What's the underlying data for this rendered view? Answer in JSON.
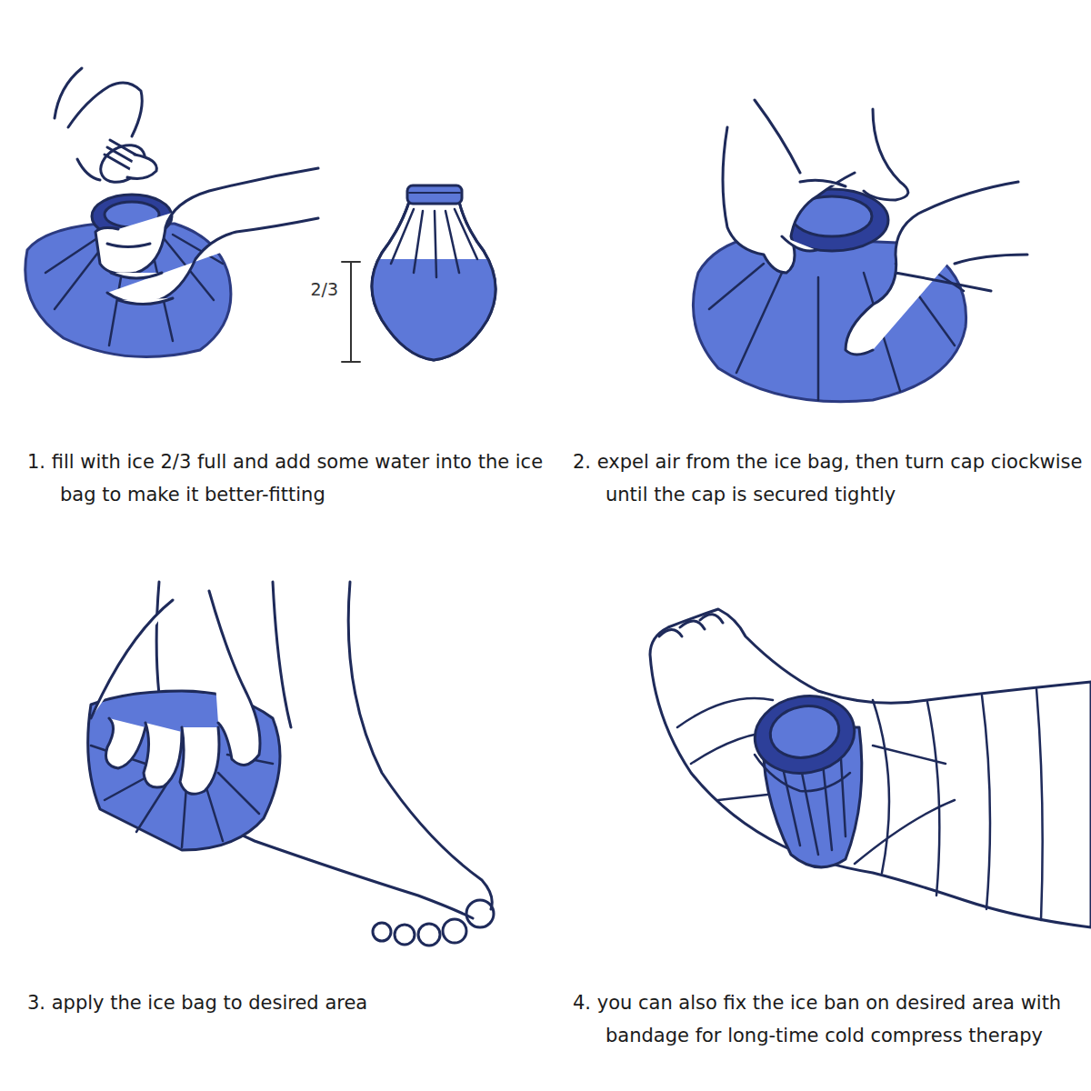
{
  "diagram": {
    "labels": [
      "2/3",
      "1. fill with ice 2/3 full and add some water into the ice bag to make it better-fitting",
      "2. expel air from the ice bag, then turn cap ciockwise until the cap is secured tightly",
      "3. apply the ice bag to desired area",
      "4. you can also fix the ice ban on desired area with bandage for long-time cold compress therapy"
    ]
  }
}
